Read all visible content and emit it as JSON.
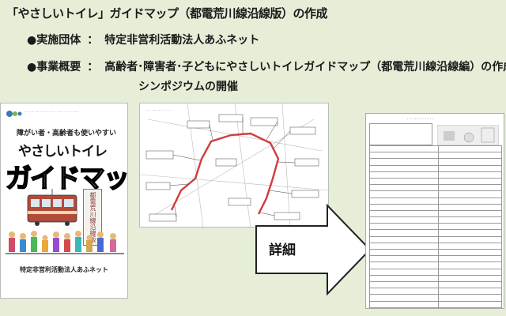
{
  "title": "「やさしいトイレ」ガイドマップ（都電荒川線沿線版）の作成",
  "bullets": [
    {
      "marker": "●",
      "label": "実施団体",
      "sep": "：",
      "text": "特定非営利活動法人あふネット"
    },
    {
      "marker": "●",
      "label": "事業概要",
      "sep": "：",
      "text": "高齢者･障害者･子どもにやさしいトイレガイドマップ（都電荒川線沿線編）の作成",
      "text2": "シンポジウムの開催"
    }
  ],
  "cover": {
    "sub": "障がい者・高齢者も使いやすい",
    "title1": "やさしいトイレ",
    "title2": "ガイドマップ",
    "edition": "都電荒川線沿線版",
    "org": "特定非営利活動法人あふネット"
  },
  "arrow_label": "詳細",
  "colors": {
    "background": "#e6eed8",
    "route": "#d23b3b",
    "arrow_stroke": "#222"
  }
}
